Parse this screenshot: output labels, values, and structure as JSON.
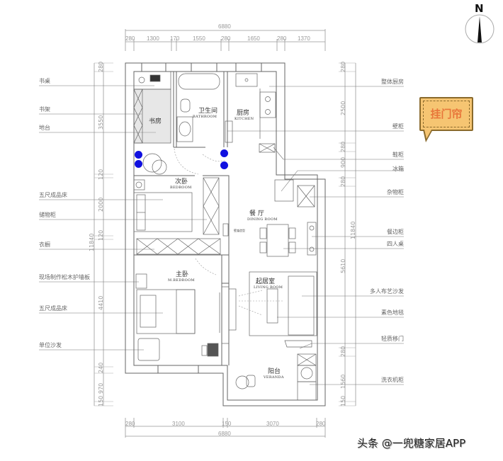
{
  "compass": {
    "label": "N"
  },
  "dimensions": {
    "top_total": "6880",
    "top_segments": [
      "280",
      "1300",
      "170",
      "1550",
      "280",
      "1650",
      "280",
      "1370"
    ],
    "bottom_total": "6880",
    "bottom_segments": [
      "280",
      "3100",
      "150",
      "3070",
      "280"
    ],
    "left_total": "11840",
    "left_segments": [
      "280",
      "3550",
      "120",
      "2000",
      "120",
      "4410",
      "240",
      "970",
      "150"
    ],
    "right_total": "11840",
    "right_segments": [
      "280",
      "2500",
      "280",
      "900",
      "280",
      "5610",
      "280",
      "1560",
      "150"
    ]
  },
  "rooms": {
    "study": {
      "cn": "书房"
    },
    "bathroom": {
      "cn": "卫生间",
      "en": "BATHROOM"
    },
    "kitchen": {
      "cn": "厨房",
      "en": "KITCHEN"
    },
    "bedroom": {
      "cn": "次卧",
      "en": "BEDROOM"
    },
    "dining": {
      "cn": "餐 厅",
      "en": "DINING  ROOM"
    },
    "master": {
      "cn": "主卧",
      "en": "M.BEDROOM"
    },
    "living": {
      "cn": "起居室",
      "en": "LIVING  ROOM"
    },
    "veranda": {
      "cn": "阳台",
      "en": "VERANDA"
    },
    "wall_note": "壁龛造型"
  },
  "left_labels": [
    "书桌",
    "书架",
    "地台",
    "五尺成品床",
    "储物柜",
    "衣橱",
    "现场制作松木护墙板",
    "五尺成品床",
    "单位沙发"
  ],
  "right_labels": [
    "整体厨房",
    "壁柜",
    "鞋柜",
    "冰箱",
    "杂物柜",
    "餐边柜",
    "四人桌",
    "多人布艺沙发",
    "素色地毯",
    "轻质移门",
    "洗衣机柜"
  ],
  "callout": {
    "text": "挂门帘",
    "bg": "#f6c572",
    "text_color": "#e8763a"
  },
  "markers": {
    "color": "#1010e0",
    "count": 4
  },
  "footer": {
    "text": "头条 @一兜糖家居APP"
  }
}
